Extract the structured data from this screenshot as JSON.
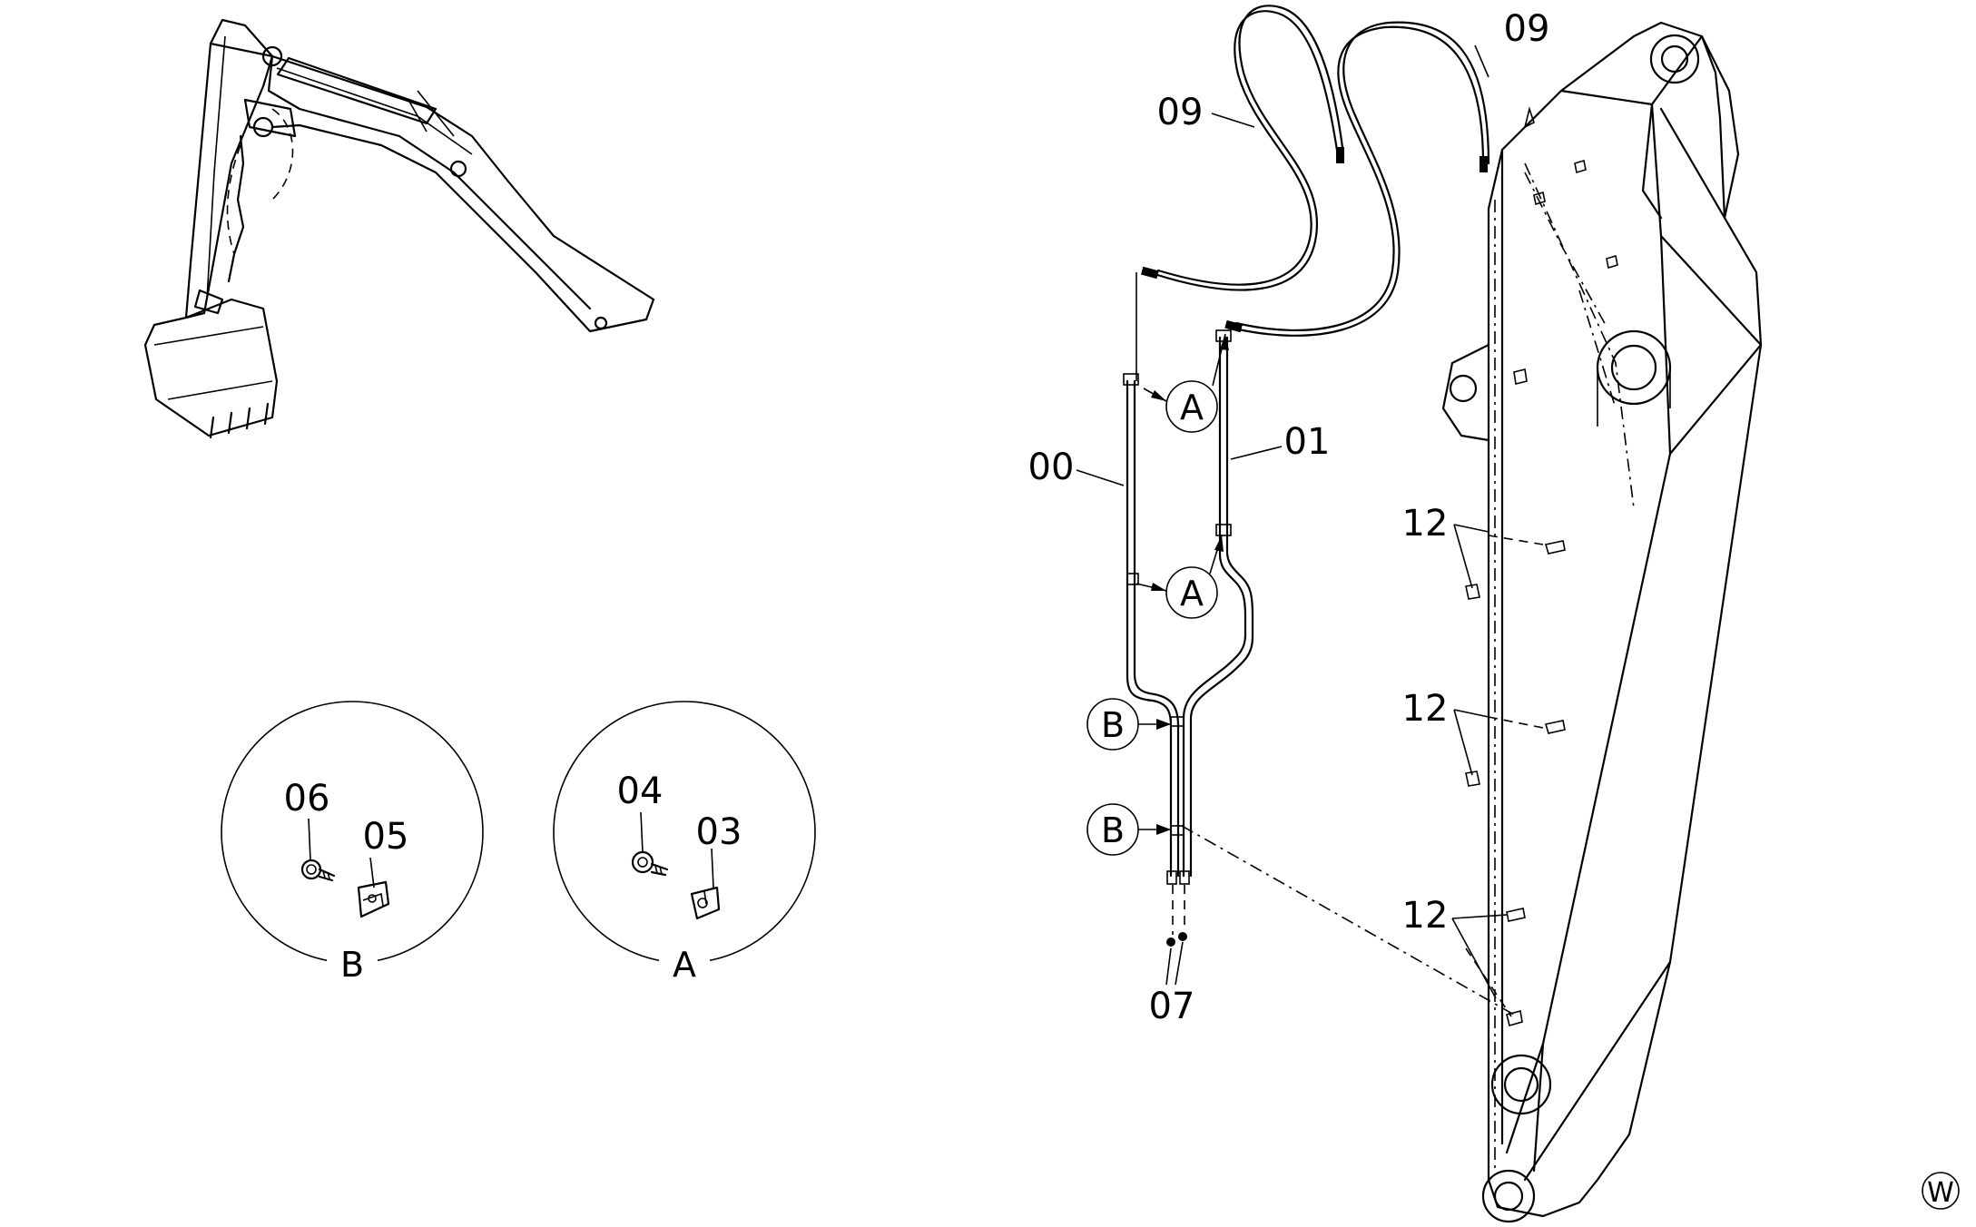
{
  "labels": {
    "part_00": "00",
    "part_01": "01",
    "part_03": "03",
    "part_04": "04",
    "part_05": "05",
    "part_06": "06",
    "part_07": "07",
    "part_09_left": "09",
    "part_09_right": "09",
    "part_12_a": "12",
    "part_12_b": "12",
    "part_12_c": "12"
  },
  "detail_refs": {
    "a_upper": "A",
    "a_lower": "A",
    "b_upper": "B",
    "b_lower": "B"
  },
  "detail_views": {
    "b_caption": "B",
    "a_caption": "A"
  },
  "corner_mark": "W"
}
